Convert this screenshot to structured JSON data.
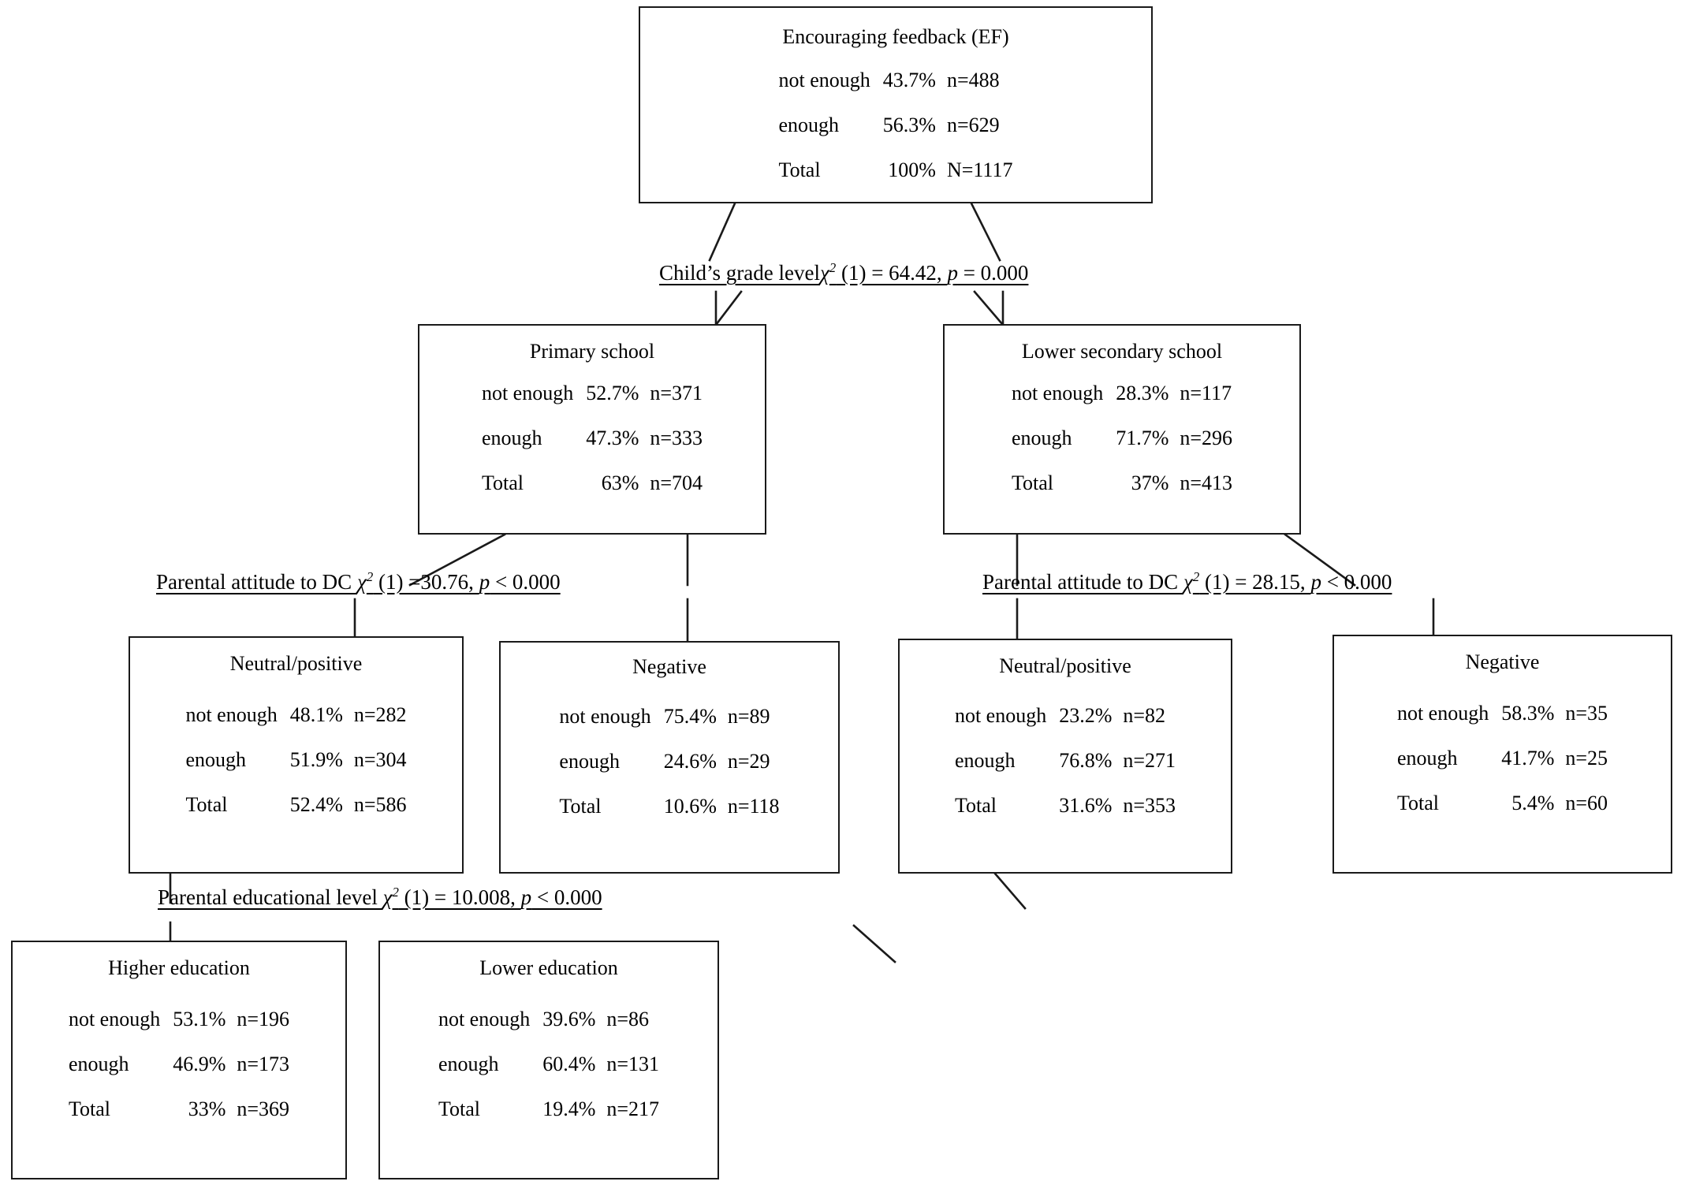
{
  "diagram": {
    "title": "Encouraging feedback (EF) CHAID decision tree",
    "row_labels": {
      "not_enough": "not enough",
      "enough": "enough",
      "total": "Total"
    }
  },
  "nodes": {
    "root": {
      "title": "Encouraging feedback (EF)",
      "rows": [
        {
          "label": "not enough",
          "pct": "43.7%",
          "n": "n=488"
        },
        {
          "label": "enough",
          "pct": "56.3%",
          "n": "n=629"
        },
        {
          "label": "Total",
          "pct": "100%",
          "n": "N=1117"
        }
      ]
    },
    "primary_school": {
      "title": "Primary school",
      "rows": [
        {
          "label": "not enough",
          "pct": "52.7%",
          "n": "n=371"
        },
        {
          "label": "enough",
          "pct": "47.3%",
          "n": "n=333"
        },
        {
          "label": "Total",
          "pct": "63%",
          "n": "n=704"
        }
      ]
    },
    "lower_secondary_school": {
      "title": "Lower secondary school",
      "rows": [
        {
          "label": "not enough",
          "pct": "28.3%",
          "n": "n=117"
        },
        {
          "label": "enough",
          "pct": "71.7%",
          "n": "n=296"
        },
        {
          "label": "Total",
          "pct": "37%",
          "n": "n=413"
        }
      ]
    },
    "ps_neutral_positive": {
      "title": "Neutral/positive",
      "rows": [
        {
          "label": "not enough",
          "pct": "48.1%",
          "n": "n=282"
        },
        {
          "label": "enough",
          "pct": "51.9%",
          "n": "n=304"
        },
        {
          "label": "Total",
          "pct": "52.4%",
          "n": "n=586"
        }
      ]
    },
    "ps_negative": {
      "title": "Negative",
      "rows": [
        {
          "label": "not enough",
          "pct": "75.4%",
          "n": "n=89"
        },
        {
          "label": "enough",
          "pct": "24.6%",
          "n": "n=29"
        },
        {
          "label": "Total",
          "pct": "10.6%",
          "n": "n=118"
        }
      ]
    },
    "ls_neutral_positive": {
      "title": "Neutral/positive",
      "rows": [
        {
          "label": "not enough",
          "pct": "23.2%",
          "n": "n=82"
        },
        {
          "label": "enough",
          "pct": "76.8%",
          "n": "n=271"
        },
        {
          "label": "Total",
          "pct": "31.6%",
          "n": "n=353"
        }
      ]
    },
    "ls_negative": {
      "title": "Negative",
      "rows": [
        {
          "label": "not enough",
          "pct": "58.3%",
          "n": "n=35"
        },
        {
          "label": "enough",
          "pct": "41.7%",
          "n": "n=25"
        },
        {
          "label": "Total",
          "pct": "5.4%",
          "n": "n=60"
        }
      ]
    },
    "higher_education": {
      "title": "Higher education",
      "rows": [
        {
          "label": "not enough",
          "pct": "53.1%",
          "n": "n=196"
        },
        {
          "label": "enough",
          "pct": "46.9%",
          "n": "n=173"
        },
        {
          "label": "Total",
          "pct": "33%",
          "n": "n=369"
        }
      ]
    },
    "lower_education": {
      "title": "Lower education",
      "rows": [
        {
          "label": "not enough",
          "pct": "39.6%",
          "n": "n=86"
        },
        {
          "label": "enough",
          "pct": "60.4%",
          "n": "n=131"
        },
        {
          "label": "Total",
          "pct": "19.4%",
          "n": "n=217"
        }
      ]
    }
  },
  "splits": {
    "grade_level": {
      "variable": "Child’s grade level",
      "chi": "χ",
      "sup": "2",
      "stat": " (1) = 64.42, ",
      "p": "p",
      "tail": " = 0.000"
    },
    "attitude_left": {
      "variable": "Parental attitude to DC ",
      "chi": "χ",
      "sup": "2",
      "stat": " (1) =30.76, ",
      "p": "p",
      "tail": " < 0.000"
    },
    "attitude_right": {
      "variable": "Parental attitude to DC ",
      "chi": "χ",
      "sup": "2",
      "stat": " (1) = 28.15, ",
      "p": "p",
      "tail": " < 0.000"
    },
    "education_level": {
      "variable": "Parental educational level ",
      "chi": "χ",
      "sup": "2",
      "stat": " (1) = 10.008, ",
      "p": "p",
      "tail": " < 0.000"
    }
  }
}
